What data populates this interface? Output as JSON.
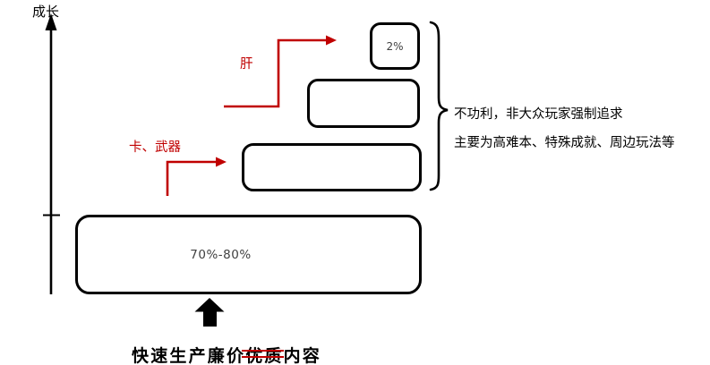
{
  "diagram": {
    "background": "#ffffff",
    "ink_color": "#000000",
    "accent_red": "#c00000",
    "axis": {
      "label": "成长"
    },
    "boxes": {
      "top": {
        "value": "2%"
      },
      "tier2": {
        "value": ""
      },
      "tier3": {
        "value": ""
      },
      "base": {
        "value": "70%-80%"
      }
    },
    "arrow_labels": {
      "gan": "肝",
      "ka_wuqi": "卡、武器"
    },
    "brace_notes": {
      "line1": "不功利，非大众玩家强制追求",
      "line2": "主要为高难本、特殊成就、周边玩法等"
    },
    "bottom_caption": {
      "prefix": "快速生产廉价",
      "struck": "优质",
      "suffix": "内容"
    }
  }
}
